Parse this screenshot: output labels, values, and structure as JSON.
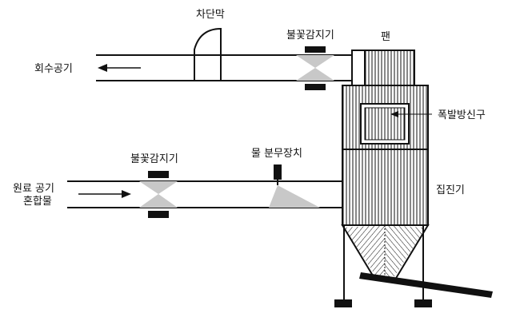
{
  "labels": {
    "shutter": "차단막",
    "spark_detector_top": "불꽃감지기",
    "fan": "팬",
    "return_air": "회수공기",
    "explosion_vent": "폭발방신구",
    "water_spray": "물 분무장치",
    "spark_detector_bottom": "불꽃감지기",
    "raw_mix_line1": "원료 공기",
    "raw_mix_line2": "혼합물",
    "collector": "집진기"
  },
  "colors": {
    "line": "#111111",
    "shade": "#c8c8c8",
    "background": "#ffffff"
  }
}
